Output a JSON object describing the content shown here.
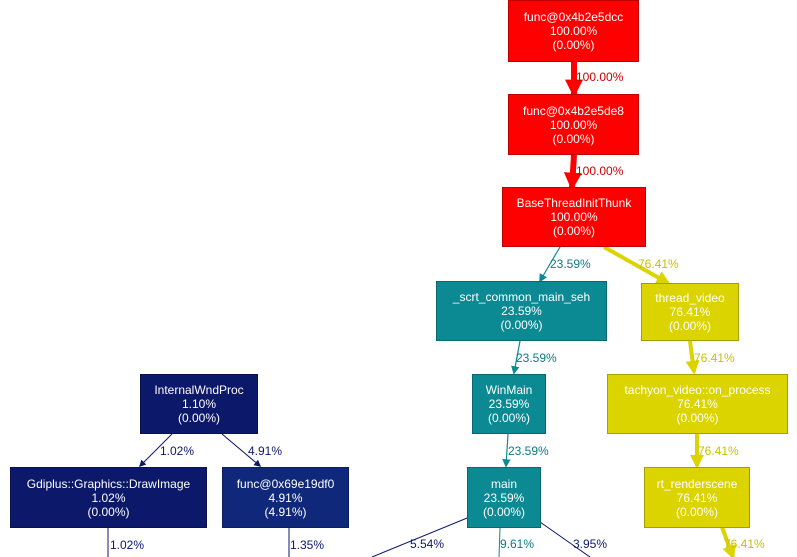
{
  "colors": {
    "red": "#ff0000",
    "teal": "#0c8a94",
    "yellow": "#dcd400",
    "navy": "#0c186a",
    "navy_light": "#10287a"
  },
  "nodes": {
    "func_4b2e5dcc": {
      "name": "func@0x4b2e5dcc",
      "total": "100.00%",
      "self": "(0.00%)"
    },
    "func_4b2e5de8": {
      "name": "func@0x4b2e5de8",
      "total": "100.00%",
      "self": "(0.00%)"
    },
    "base_thread_init_thunk": {
      "name": "BaseThreadInitThunk",
      "total": "100.00%",
      "self": "(0.00%)"
    },
    "scrt_common_main_seh": {
      "name": "_scrt_common_main_seh",
      "total": "23.59%",
      "self": "(0.00%)"
    },
    "thread_video": {
      "name": "thread_video",
      "total": "76.41%",
      "self": "(0.00%)"
    },
    "winmain": {
      "name": "WinMain",
      "total": "23.59%",
      "self": "(0.00%)"
    },
    "on_process": {
      "name": "tachyon_video::on_process",
      "total": "76.41%",
      "self": "(0.00%)"
    },
    "main": {
      "name": "main",
      "total": "23.59%",
      "self": "(0.00%)"
    },
    "rt_renderscene": {
      "name": "rt_renderscene",
      "total": "76.41%",
      "self": "(0.00%)"
    },
    "internal_wnd_proc": {
      "name": "InternalWndProc",
      "total": "1.10%",
      "self": "(0.00%)"
    },
    "draw_image": {
      "name": "Gdiplus::Graphics::DrawImage",
      "total": "1.02%",
      "self": "(0.00%)"
    },
    "func_69e19df0": {
      "name": "func@0x69e19df0",
      "total": "4.91%",
      "self": "(4.91%)"
    }
  },
  "edges": {
    "dcc_to_de8": "100.00%",
    "de8_to_base": "100.00%",
    "base_to_scrt": "23.59%",
    "base_to_thread_video": "76.41%",
    "scrt_to_winmain": "23.59%",
    "thread_video_to_on_process": "76.41%",
    "winmain_to_main": "23.59%",
    "on_process_to_renderscene": "76.41%",
    "renderscene_out": "76.41%",
    "iwp_to_drawimage": "1.02%",
    "iwp_to_func69": "4.91%",
    "drawimage_out": "1.02%",
    "func69_out": "1.35%",
    "main_out_a": "5.54%",
    "main_out_b": "9.61%",
    "main_out_c": "3.95%"
  }
}
